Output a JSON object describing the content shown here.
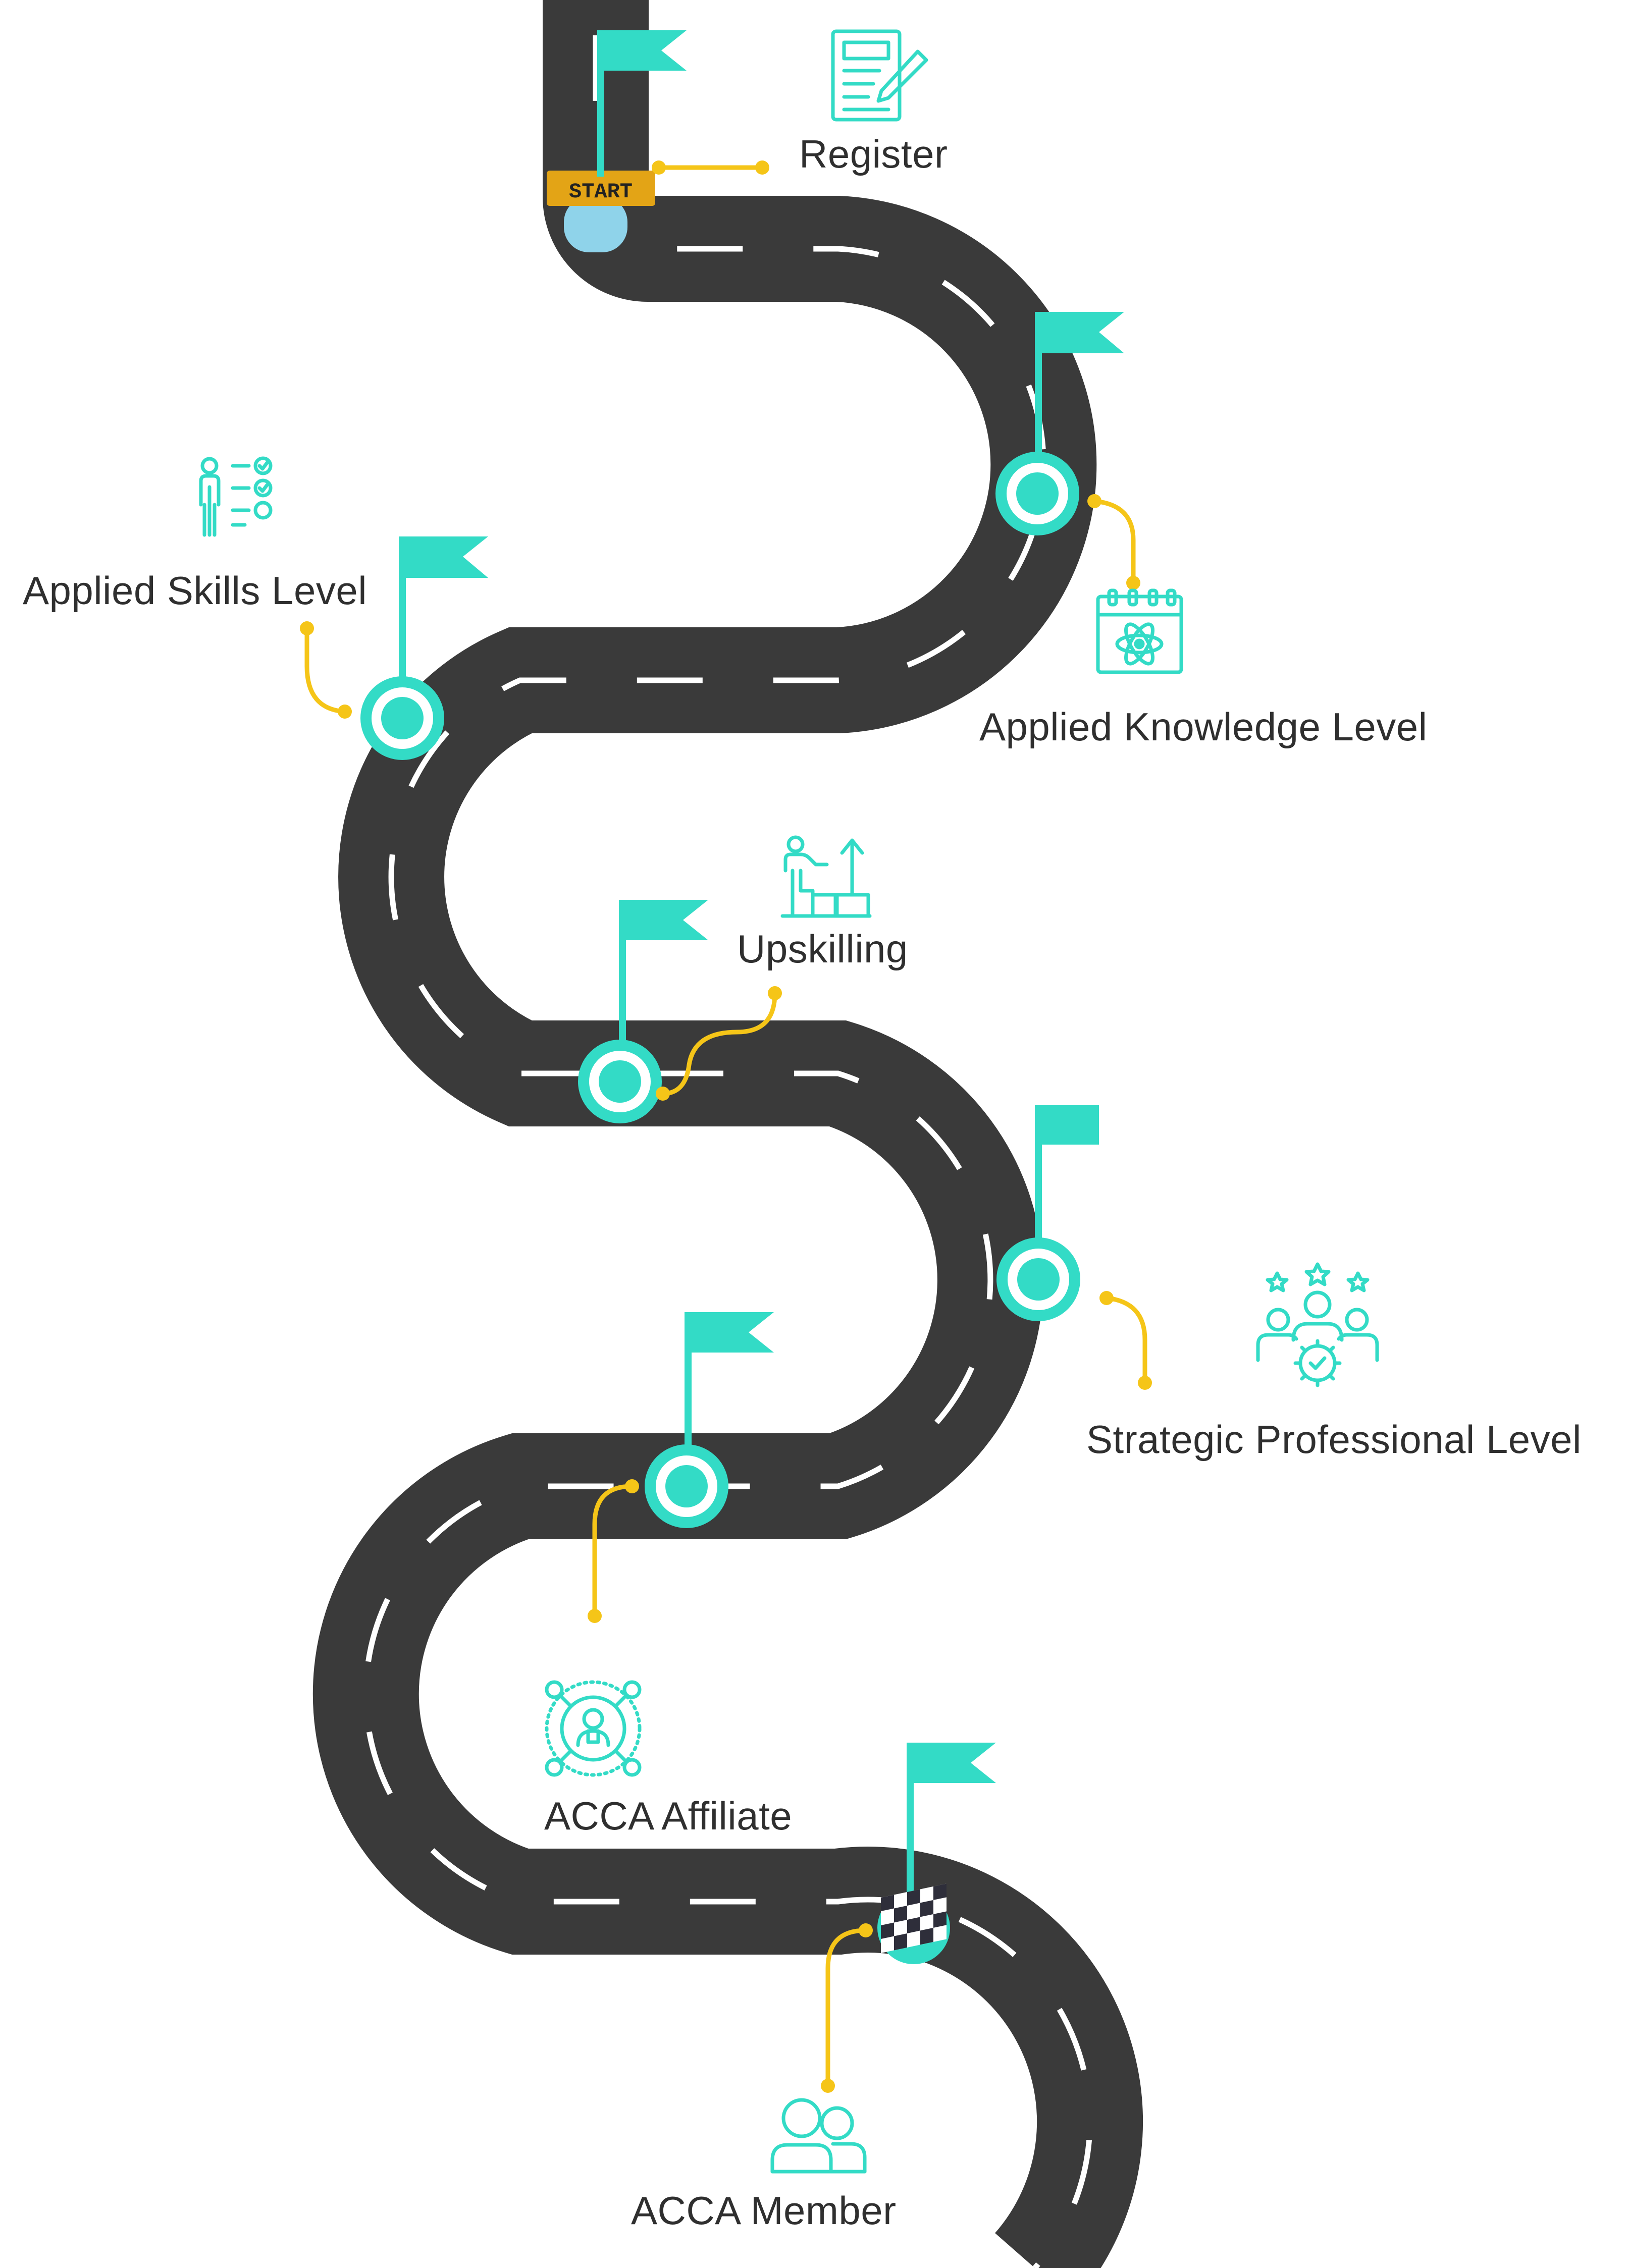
{
  "start_sign": "START",
  "steps": [
    {
      "label": "Register",
      "icon": "form-pencil-icon"
    },
    {
      "label": "Applied Knowledge Level",
      "icon": "calendar-atom-icon"
    },
    {
      "label": "Applied Skills Level",
      "icon": "person-checklist-icon"
    },
    {
      "label": "Upskilling",
      "icon": "person-stairs-arrow-icon"
    },
    {
      "label": "Strategic Professional Level",
      "icon": "team-stars-gear-icon"
    },
    {
      "label": "ACCA Affiliate",
      "icon": "network-person-icon"
    },
    {
      "label": "ACCA Member",
      "icon": "two-people-icon"
    }
  ],
  "colors": {
    "road": "#3a3a3a",
    "lane_marking": "#ffffff",
    "accent": "#33dbc6",
    "connector": "#f5c518",
    "start_banner": "#e3a416",
    "start_cup": "#8fd3ea",
    "text": "#2f2f2f"
  }
}
